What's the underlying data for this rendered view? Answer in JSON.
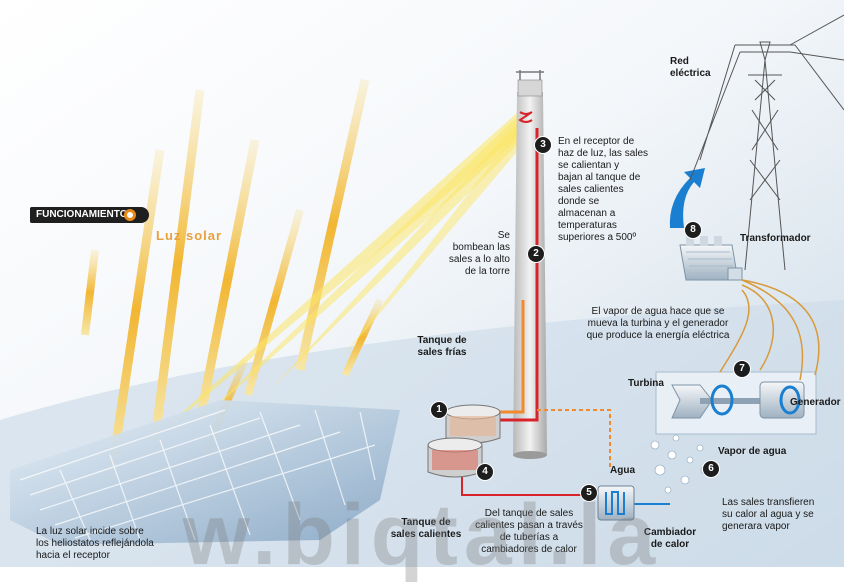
{
  "header": {
    "funcionamiento": "FUNCIONAMIENTO",
    "luz_solar": "Luz solar"
  },
  "labels": {
    "red_electrica": [
      "Red",
      "eléctrica"
    ],
    "transformador": "Transformador",
    "vapor_text": [
      "El vapor de agua hace que se",
      "mueva la turbina y el generador",
      "que produce la energía eléctrica"
    ],
    "turbina": "Turbina",
    "generador": "Generador",
    "vapor_de_agua": "Vapor de agua",
    "agua": "Agua",
    "cambiador": [
      "Cambiador",
      "de calor"
    ],
    "sales_transfieren": [
      "Las sales transfieren",
      "su calor al agua y se",
      "generara vapor"
    ],
    "receptor_text": [
      "En el receptor de",
      "haz de luz, las sales",
      "se calientan  y",
      "bajan al tanque de",
      "sales calientes",
      "donde se",
      "almacenan a",
      "temperaturas",
      "superiores a 500º"
    ],
    "bombean_text": [
      "Se",
      "bombean las",
      "sales a lo alto",
      "de la torre"
    ],
    "tanque_frias": [
      "Tanque de",
      "sales frías"
    ],
    "tanque_calientes": [
      "Tanque de",
      "sales calientes"
    ],
    "tuberias_text": [
      "Del tanque de sales",
      "calientes pasan a través",
      "de tuberías a",
      "cambiadores de calor"
    ],
    "heliostatos_text": [
      "La luz solar incide sobre",
      "los heliostatos reflejándola",
      "hacia el receptor"
    ]
  },
  "steps": [
    "1",
    "2",
    "3",
    "4",
    "5",
    "6",
    "7",
    "8"
  ],
  "watermark": "w.biqtal.la",
  "colors": {
    "sun": "#f2b632",
    "hot_pipe": "#d8232a",
    "cold_pipe": "#f08a2c",
    "arrow_blue": "#1a7fd0",
    "background_blue": "#dde8f0"
  }
}
